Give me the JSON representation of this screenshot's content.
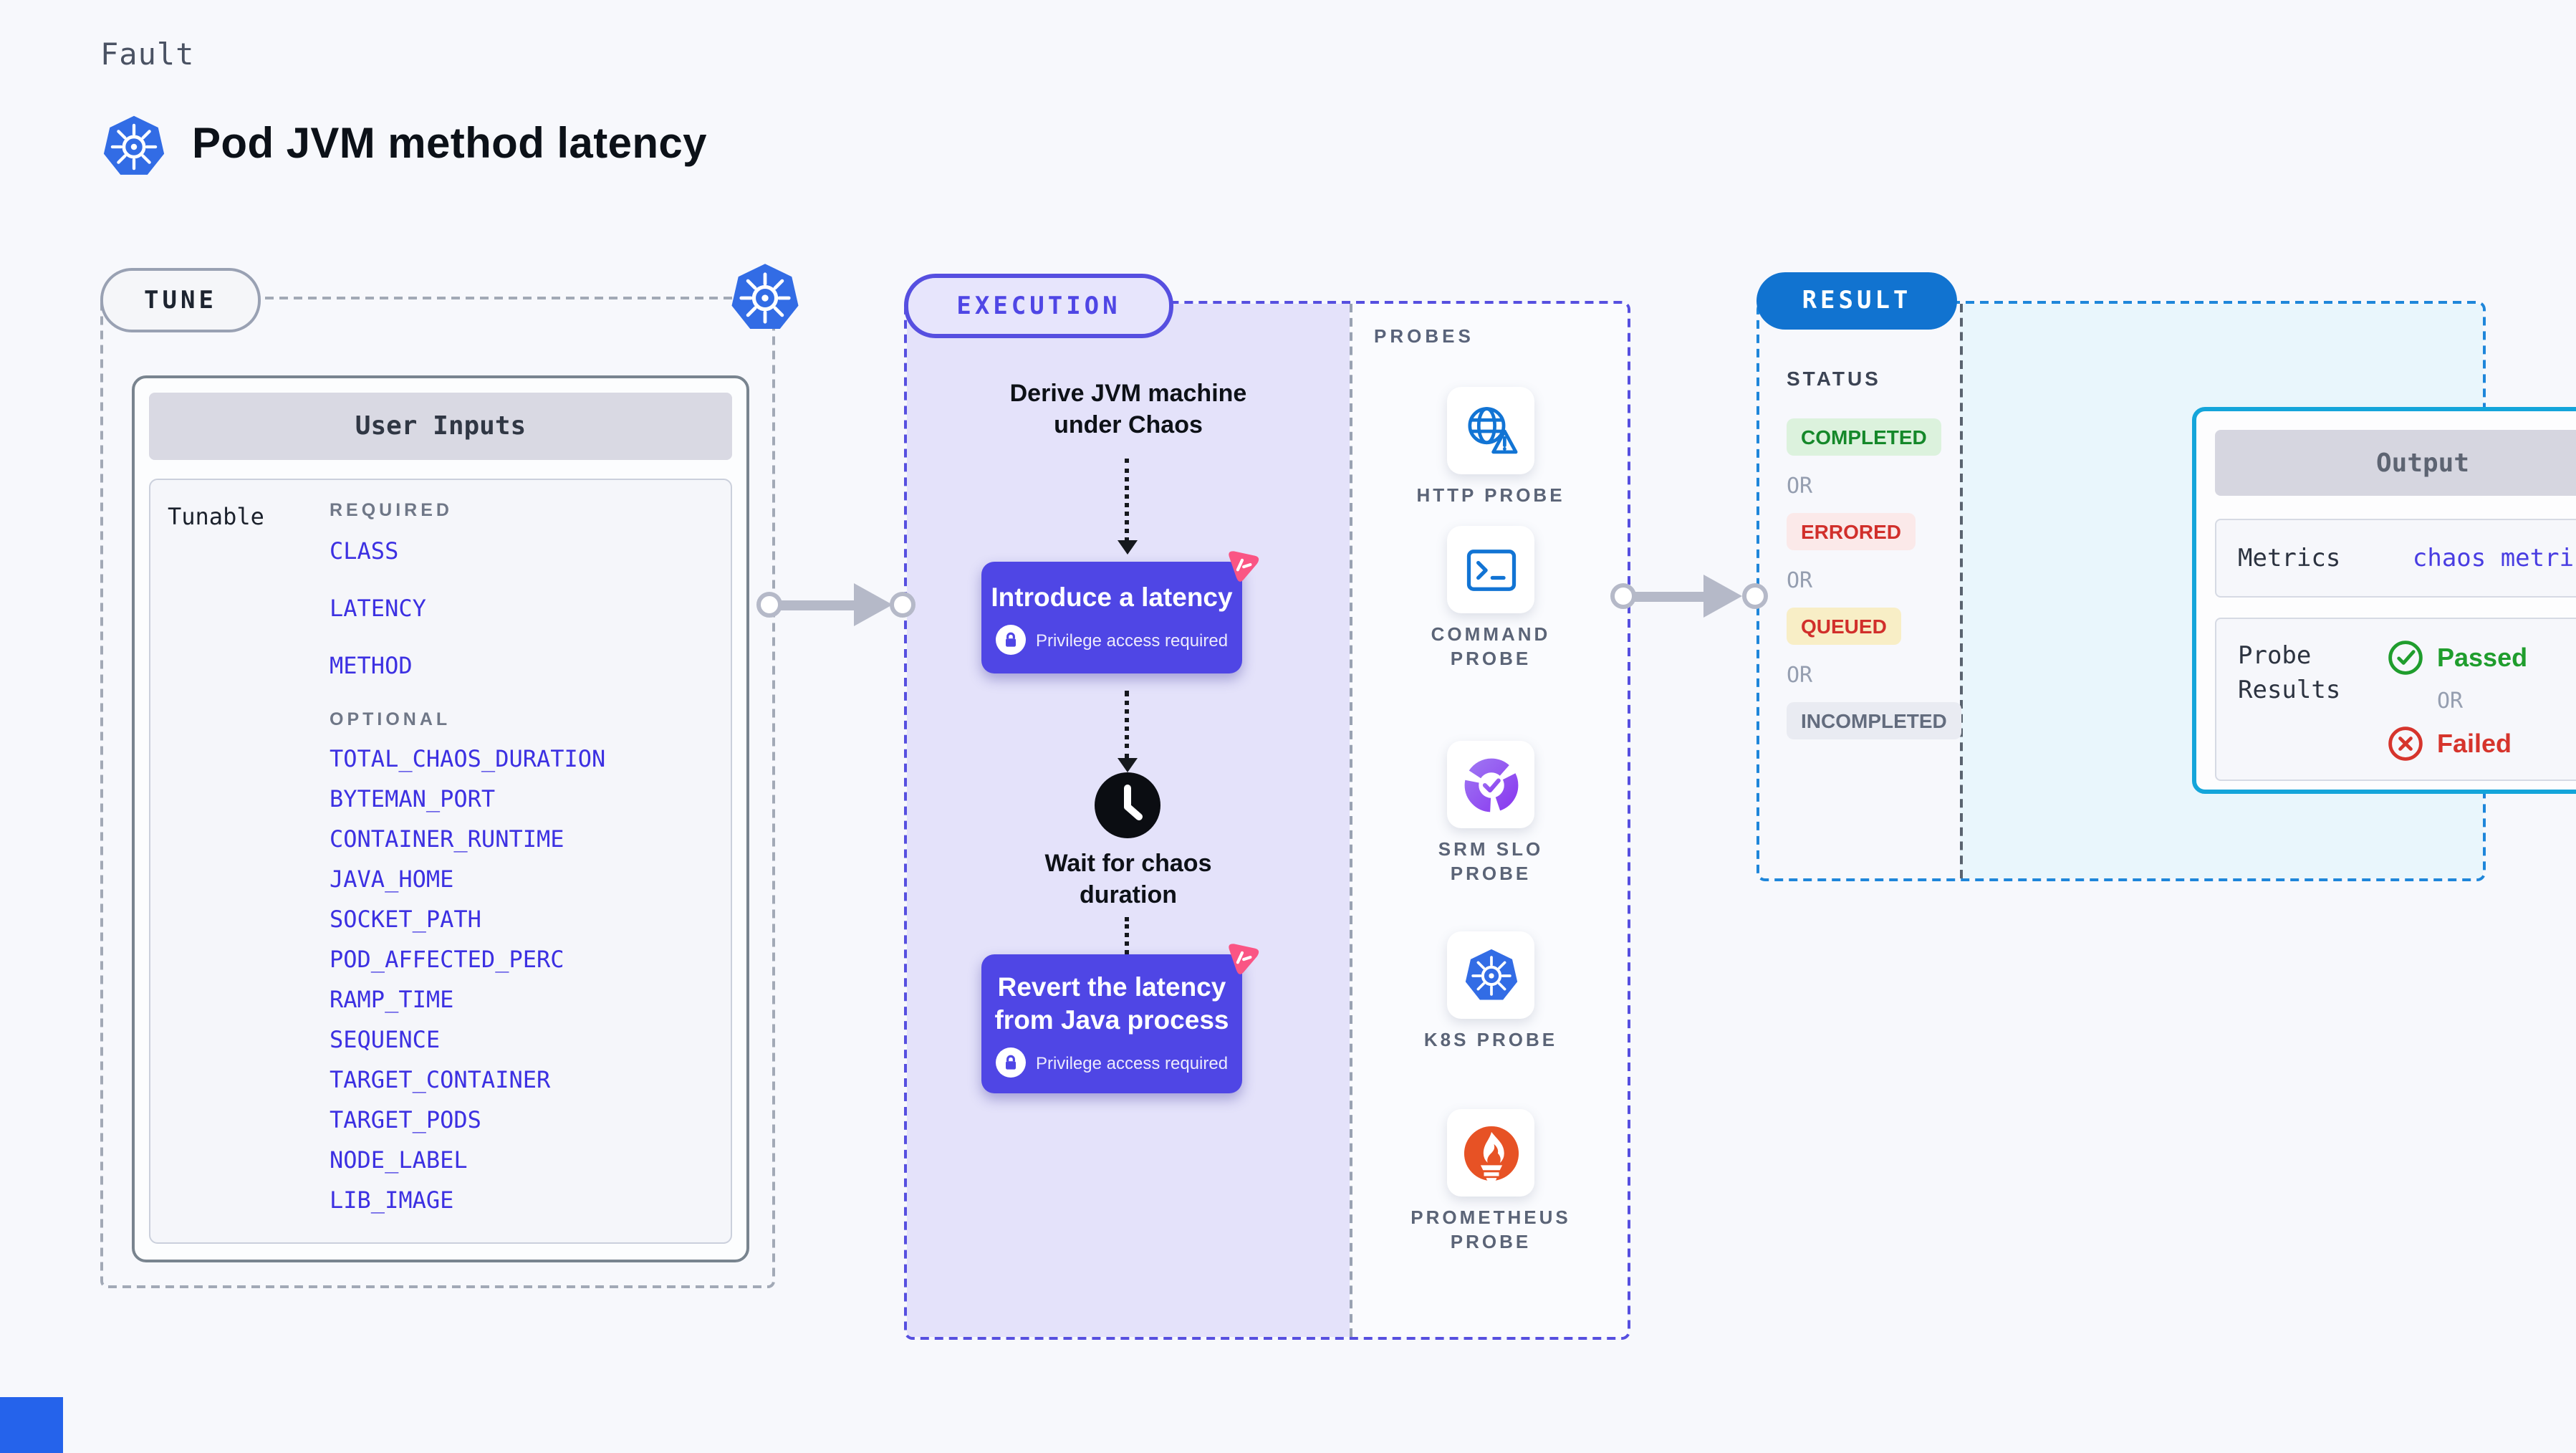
{
  "header": {
    "eyebrow": "Fault",
    "title": "Pod JVM method latency"
  },
  "tune": {
    "badge": "TUNE",
    "panel_title": "User Inputs",
    "row_label": "Tunable",
    "required_label": "REQUIRED",
    "required": [
      "CLASS",
      "LATENCY",
      "METHOD"
    ],
    "optional_label": "OPTIONAL",
    "optional": [
      "TOTAL_CHAOS_DURATION",
      "BYTEMAN_PORT",
      "CONTAINER_RUNTIME",
      "JAVA_HOME",
      "SOCKET_PATH",
      "POD_AFFECTED_PERC",
      "RAMP_TIME",
      "SEQUENCE",
      "TARGET_CONTAINER",
      "TARGET_PODS",
      "NODE_LABEL",
      "LIB_IMAGE"
    ]
  },
  "execution": {
    "badge": "EXECUTION",
    "step_derive": {
      "line1": "Derive JVM machine",
      "line2": "under Chaos"
    },
    "step_introduce": {
      "title": "Introduce a latency",
      "note": "Privilege access required"
    },
    "step_wait": {
      "line1": "Wait for chaos",
      "line2": "duration"
    },
    "step_revert": {
      "line1": "Revert the latency",
      "line2": "from Java process",
      "note": "Privilege access required"
    }
  },
  "probes": {
    "label": "PROBES",
    "items": [
      {
        "name": "HTTP PROBE",
        "icon": "http-probe-icon"
      },
      {
        "name": "COMMAND PROBE",
        "icon": "command-probe-icon"
      },
      {
        "name": "SRM SLO PROBE",
        "icon": "srm-slo-probe-icon"
      },
      {
        "name": "K8S PROBE",
        "icon": "k8s-probe-icon"
      },
      {
        "name": "PROMETHEUS PROBE",
        "icon": "prometheus-probe-icon"
      }
    ]
  },
  "result": {
    "badge": "RESULT",
    "status_label": "STATUS",
    "or_label": "OR",
    "statuses": [
      {
        "label": "COMPLETED",
        "bg": "#dcf2dd",
        "fg": "#15882a"
      },
      {
        "label": "ERRORED",
        "bg": "#fbe9e9",
        "fg": "#d12f2b"
      },
      {
        "label": "QUEUED",
        "bg": "#f8eec6",
        "fg": "#d12f2b"
      },
      {
        "label": "INCOMPLETED",
        "bg": "#e9ebf2",
        "fg": "#636c7e"
      }
    ],
    "output": {
      "title": "Output",
      "metrics_label": "Metrics",
      "metrics_value": "chaos metrics",
      "probe_results_label": "Probe Results",
      "passed_label": "Passed",
      "failed_label": "Failed"
    }
  },
  "colors": {
    "kubernetes_blue": "#326ce5",
    "execution_indigo": "#4f46e5",
    "pink_accent": "#fa5584",
    "result_blue": "#1173d0",
    "output_border_cyan": "#14a5da",
    "passed_green": "#1f9d2d",
    "failed_red": "#d6342c",
    "prometheus_orange": "#e75225",
    "param_link_indigo": "#3c30e2"
  }
}
